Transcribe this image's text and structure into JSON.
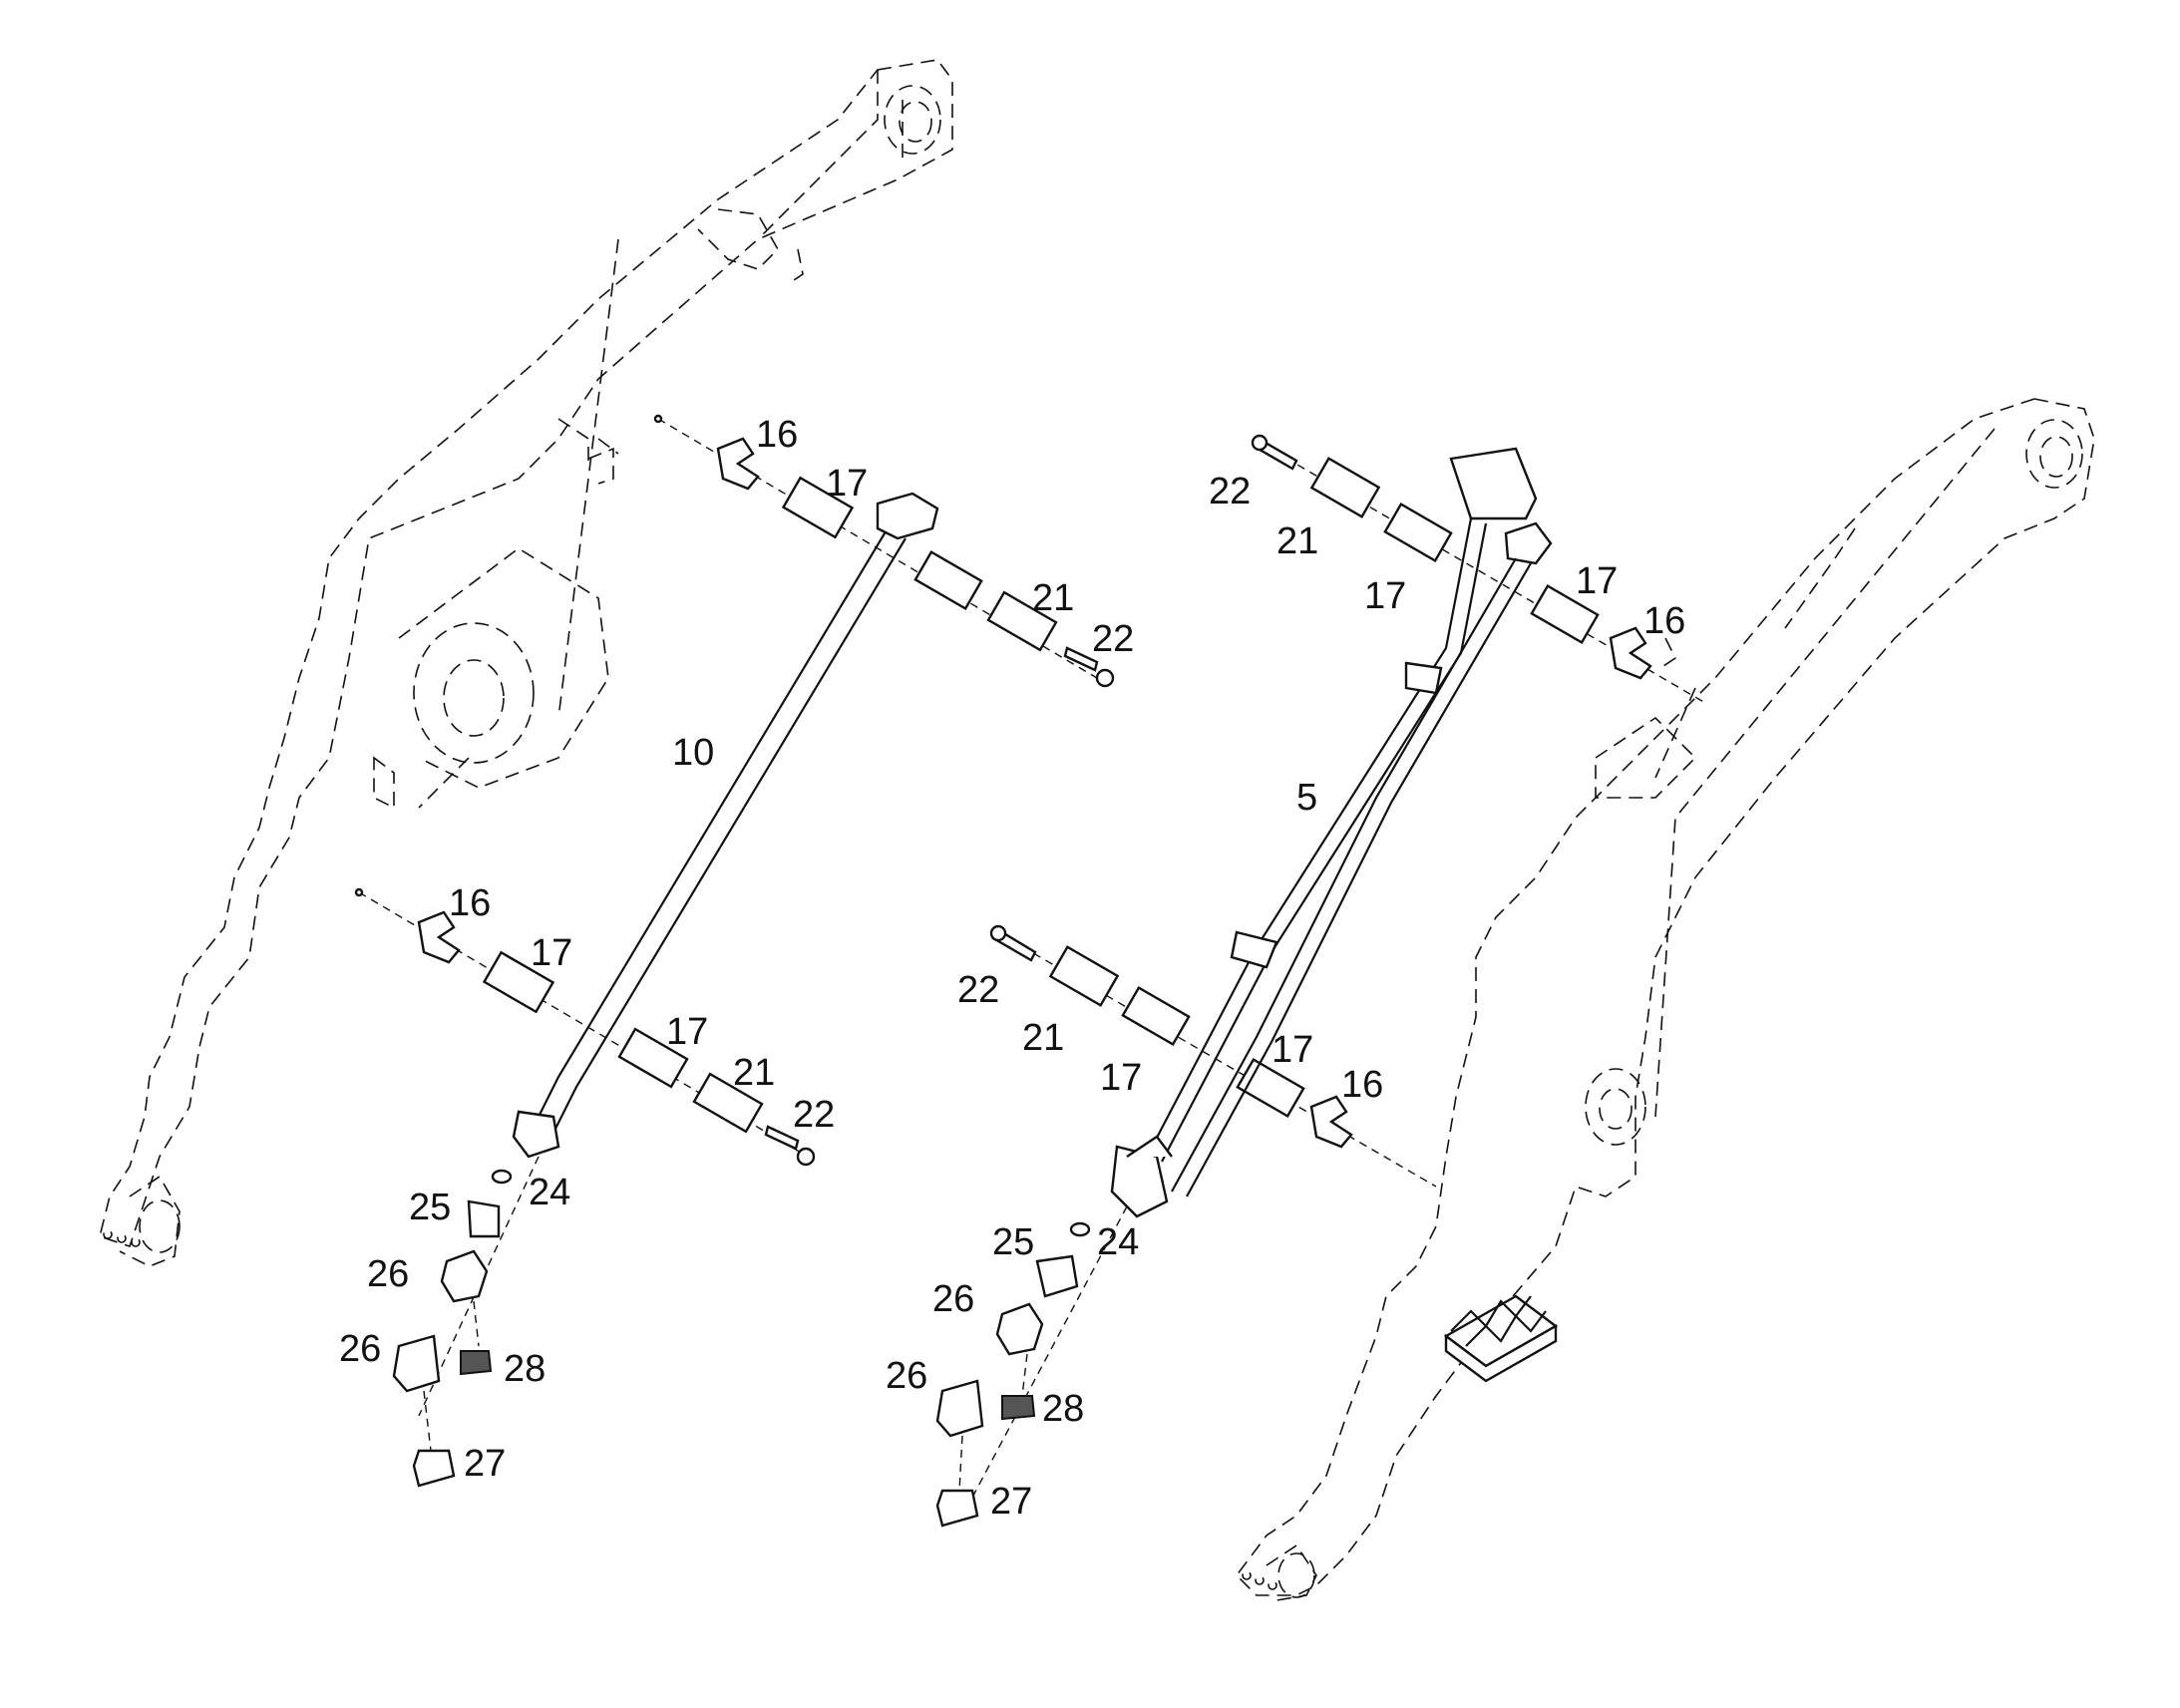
{
  "callouts": {
    "left": {
      "upper_clamp_label_16": "16",
      "upper_clamp_label_17": "17",
      "upper_right_label_21": "21",
      "upper_right_label_22": "22",
      "hose_label_10": "10",
      "lower_clamp_label_16": "16",
      "lower_clamp_label_17": "17",
      "lower_right_label_17": "17",
      "lower_right_label_21": "21",
      "lower_right_label_22": "22",
      "label_24": "24",
      "label_25": "25",
      "label_26_a": "26",
      "label_26_b": "26",
      "label_27": "27",
      "label_28": "28"
    },
    "right": {
      "upper_label_22": "22",
      "upper_label_21": "21",
      "upper_label_17_left": "17",
      "upper_label_17_right": "17",
      "upper_label_16": "16",
      "hose_label_5": "5",
      "lower_label_22": "22",
      "lower_label_21": "21",
      "lower_label_17_left": "17",
      "lower_label_17_right": "17",
      "lower_label_16": "16",
      "label_24": "24",
      "label_25": "25",
      "label_26_a": "26",
      "label_26_b": "26",
      "label_27": "27",
      "label_28": "28"
    }
  }
}
